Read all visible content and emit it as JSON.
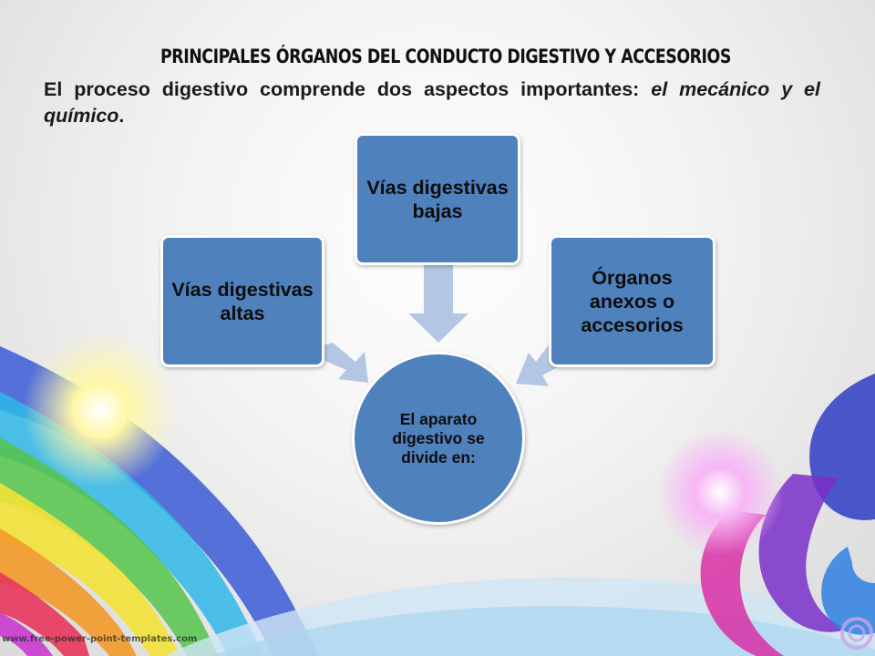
{
  "slide": {
    "title": "PRINCIPALES ÓRGANOS DEL CONDUCTO DIGESTIVO Y ACCESORIOS",
    "intro_prefix": "El proceso digestivo comprende dos aspectos importantes: ",
    "intro_emphasis": "el mecánico y el químico",
    "intro_suffix": "."
  },
  "diagram": {
    "center": "El aparato digestivo se divide en:",
    "left": "Vías digestivas altas",
    "top": "Vías digestivas bajas",
    "right": "Órganos anexos o accesorios"
  },
  "colors": {
    "node_fill": "#4f81bd",
    "node_border": "#ffffff",
    "arrow_fill": "#b4c7e2"
  },
  "footer": "www.free-power-point-templates.com"
}
